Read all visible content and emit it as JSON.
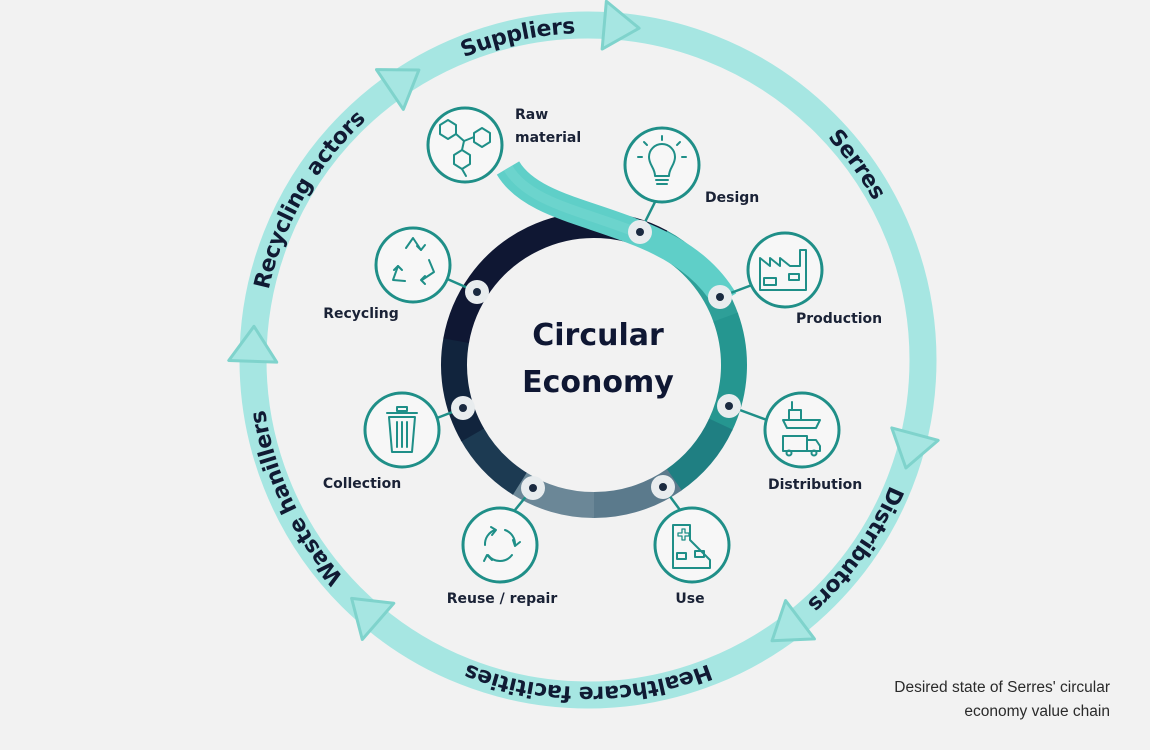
{
  "diagram": {
    "title": [
      "Circular",
      "Economy"
    ],
    "outer_ring": {
      "labels": [
        "Suppliers",
        "Serres",
        "Distributors",
        "Healthcare facitities",
        "Waste hanillers",
        "Recycling actors"
      ],
      "color": "#a6e6e2",
      "arrow_color": "#9fe3de"
    },
    "stages": [
      {
        "label": "Raw material",
        "label_lines": [
          "Raw",
          "material"
        ],
        "icon": "molecule-icon"
      },
      {
        "label": "Design",
        "icon": "lightbulb-icon"
      },
      {
        "label": "Production",
        "icon": "factory-icon"
      },
      {
        "label": "Distribution",
        "icon": "ship-truck-icon"
      },
      {
        "label": "Use",
        "icon": "hospital-icon"
      },
      {
        "label": "Reuse / repair",
        "icon": "cycle-arrows-icon"
      },
      {
        "label": "Collection",
        "icon": "trash-bin-icon"
      },
      {
        "label": "Recycling",
        "icon": "recycle-icon"
      }
    ],
    "colors": {
      "navy": "#0f1733",
      "teal": "#2aa39b",
      "slate": "#5f7d90",
      "icon_stroke": "#1f8f88",
      "raw_band": "#5fcfc8"
    }
  },
  "caption": [
    "Desired state of Serres' circular",
    "economy value chain"
  ]
}
